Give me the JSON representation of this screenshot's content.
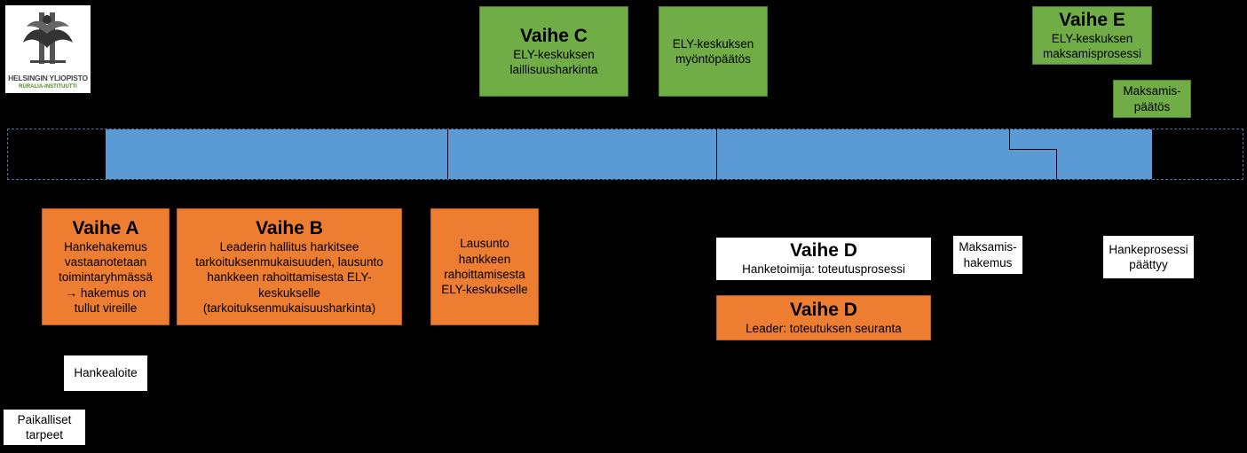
{
  "colors": {
    "background": "#000000",
    "timeline": "#5B9BD5",
    "orange": "#ED7D31",
    "green": "#70AD47",
    "white": "#FFFFFF"
  },
  "logo": {
    "icon": "helsinki-university-crest-icon",
    "line1": "HELSINGIN YLIOPISTO",
    "line2": "RURALIA-INSTITUUTTI"
  },
  "phases": {
    "a": {
      "title": "Vaihe A",
      "lines": [
        "Hankehakemus",
        "vastaanotetaan",
        "toimintaryhmässä",
        "→ hakemus on",
        "tullut vireille"
      ]
    },
    "b": {
      "title": "Vaihe B",
      "lines": [
        "Leaderin hallitus harkitsee",
        "tarkoituksenmukaisuuden, lausunto",
        "hankkeen rahoittamisesta ELY-",
        "keskukselle",
        "(tarkoituksenmukaisuusharkinta)"
      ]
    },
    "lausunto": {
      "lines": [
        "Lausunto",
        "hankkeen",
        "rahoittamisesta",
        "ELY-keskukselle"
      ]
    },
    "c": {
      "title": "Vaihe C",
      "lines": [
        "ELY-keskuksen",
        "laillisuusharkinta"
      ]
    },
    "ely_decision": {
      "lines": [
        "ELY-keskuksen",
        "myöntöpäätös"
      ]
    },
    "e": {
      "title": "Vaihe E",
      "lines": [
        "ELY-keskuksen",
        "maksamisprosessi"
      ]
    },
    "maksamispaatos": {
      "lines": [
        "Maksamis-",
        "päätös"
      ]
    },
    "d1": {
      "title": "Vaihe D",
      "lines": [
        "Hanketoimija: toteutusprosessi"
      ]
    },
    "d2": {
      "title": "Vaihe D",
      "lines": [
        "Leader: toteutuksen seuranta"
      ]
    },
    "maksamishakemus": {
      "lines": [
        "Maksamis-",
        "hakemus"
      ]
    },
    "hankeprosessi": {
      "lines": [
        "Hankeprosessi",
        "päättyy"
      ]
    },
    "hankealoite": {
      "lines": [
        "Hankealoite"
      ]
    },
    "paikalliset": {
      "lines": [
        "Paikalliset",
        "tarpeet"
      ]
    }
  }
}
